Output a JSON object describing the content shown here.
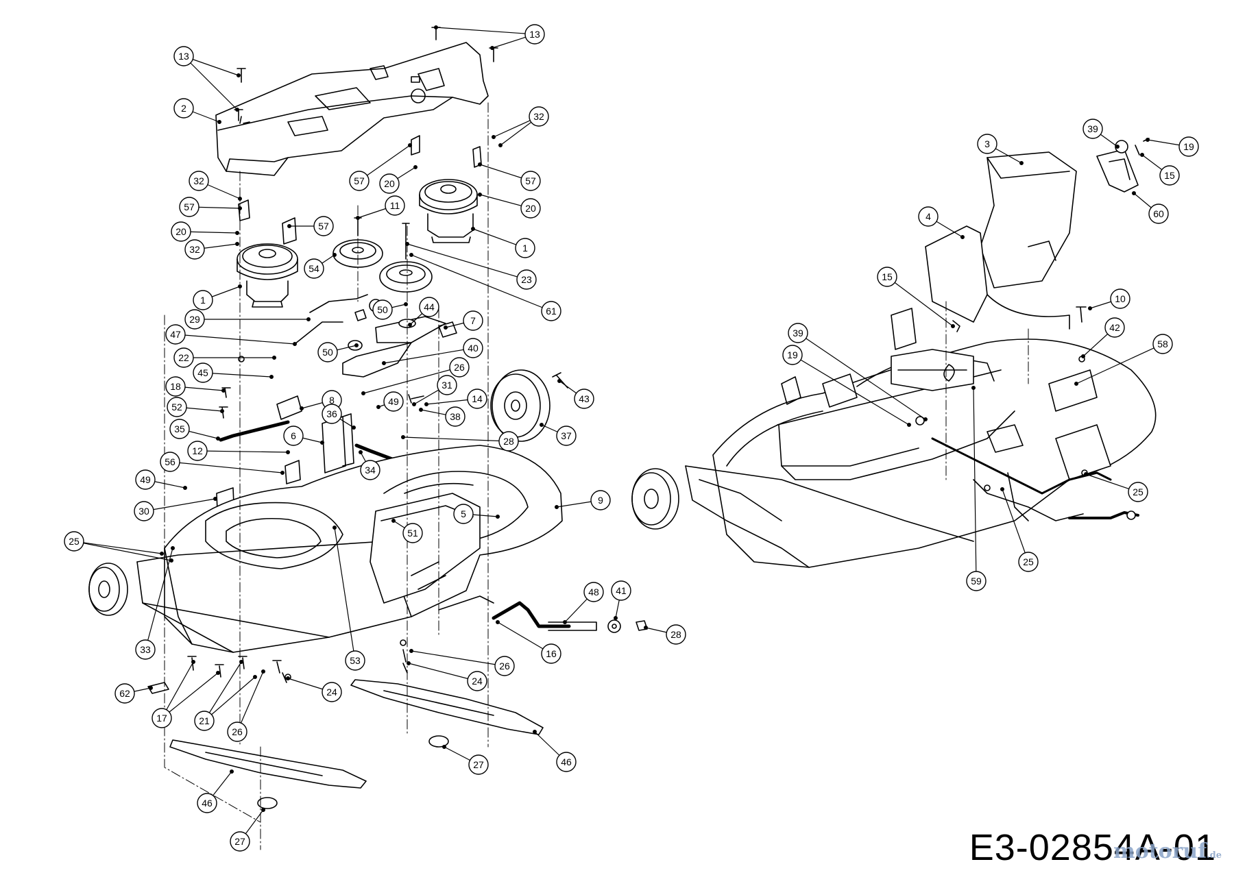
{
  "diagram": {
    "drawing_code": "E3-02854A-01",
    "watermark": {
      "brand": "motoruf",
      "suffix": ".de"
    },
    "colors": {
      "line": "#000000",
      "background": "#ffffff",
      "watermark": "#8aa4c8"
    },
    "callouts": [
      {
        "id": "c13a",
        "label": "13"
      },
      {
        "id": "c13b",
        "label": "13"
      },
      {
        "id": "c2",
        "label": "2"
      },
      {
        "id": "c32a",
        "label": "32"
      },
      {
        "id": "c57a",
        "label": "57"
      },
      {
        "id": "c20a",
        "label": "20"
      },
      {
        "id": "c57b",
        "label": "57"
      },
      {
        "id": "c20b",
        "label": "20"
      },
      {
        "id": "c57c",
        "label": "57"
      },
      {
        "id": "c32b",
        "label": "32"
      },
      {
        "id": "c57d",
        "label": "57"
      },
      {
        "id": "c20c",
        "label": "20"
      },
      {
        "id": "c32c",
        "label": "32"
      },
      {
        "id": "c11",
        "label": "11"
      },
      {
        "id": "c1a",
        "label": "1"
      },
      {
        "id": "c54",
        "label": "54"
      },
      {
        "id": "c23",
        "label": "23"
      },
      {
        "id": "c61",
        "label": "61"
      },
      {
        "id": "c1b",
        "label": "1"
      },
      {
        "id": "c29",
        "label": "29"
      },
      {
        "id": "c50a",
        "label": "50"
      },
      {
        "id": "c44",
        "label": "44"
      },
      {
        "id": "c7",
        "label": "7"
      },
      {
        "id": "c47",
        "label": "47"
      },
      {
        "id": "c50b",
        "label": "50"
      },
      {
        "id": "c40",
        "label": "40"
      },
      {
        "id": "c22",
        "label": "22"
      },
      {
        "id": "c45",
        "label": "45"
      },
      {
        "id": "c26a",
        "label": "26"
      },
      {
        "id": "c18",
        "label": "18"
      },
      {
        "id": "c31",
        "label": "31"
      },
      {
        "id": "c52",
        "label": "52"
      },
      {
        "id": "c8",
        "label": "8"
      },
      {
        "id": "c49a",
        "label": "49"
      },
      {
        "id": "c14",
        "label": "14"
      },
      {
        "id": "c36",
        "label": "36"
      },
      {
        "id": "c38",
        "label": "38"
      },
      {
        "id": "c35",
        "label": "35"
      },
      {
        "id": "c6",
        "label": "6"
      },
      {
        "id": "c28a",
        "label": "28"
      },
      {
        "id": "c12",
        "label": "12"
      },
      {
        "id": "c34",
        "label": "34"
      },
      {
        "id": "c56",
        "label": "56"
      },
      {
        "id": "c43",
        "label": "43"
      },
      {
        "id": "c37",
        "label": "37"
      },
      {
        "id": "c49b",
        "label": "49"
      },
      {
        "id": "c30",
        "label": "30"
      },
      {
        "id": "c5",
        "label": "5"
      },
      {
        "id": "c9",
        "label": "9"
      },
      {
        "id": "c25a",
        "label": "25"
      },
      {
        "id": "c51",
        "label": "51"
      },
      {
        "id": "c48",
        "label": "48"
      },
      {
        "id": "c41",
        "label": "41"
      },
      {
        "id": "c28b",
        "label": "28"
      },
      {
        "id": "c16",
        "label": "16"
      },
      {
        "id": "c33",
        "label": "33"
      },
      {
        "id": "c53",
        "label": "53"
      },
      {
        "id": "c26b",
        "label": "26"
      },
      {
        "id": "c24a",
        "label": "24"
      },
      {
        "id": "c24b",
        "label": "24"
      },
      {
        "id": "c62",
        "label": "62"
      },
      {
        "id": "c17",
        "label": "17"
      },
      {
        "id": "c21",
        "label": "21"
      },
      {
        "id": "c26c",
        "label": "26"
      },
      {
        "id": "c27a",
        "label": "27"
      },
      {
        "id": "c46a",
        "label": "46"
      },
      {
        "id": "c46b",
        "label": "46"
      },
      {
        "id": "c27b",
        "label": "27"
      },
      {
        "id": "c39a",
        "label": "39"
      },
      {
        "id": "c19a",
        "label": "19"
      },
      {
        "id": "c15a",
        "label": "15"
      },
      {
        "id": "c3",
        "label": "3"
      },
      {
        "id": "c60",
        "label": "60"
      },
      {
        "id": "c4",
        "label": "4"
      },
      {
        "id": "c15b",
        "label": "15"
      },
      {
        "id": "c10",
        "label": "10"
      },
      {
        "id": "c42",
        "label": "42"
      },
      {
        "id": "c39b",
        "label": "39"
      },
      {
        "id": "c58",
        "label": "58"
      },
      {
        "id": "c19b",
        "label": "19"
      },
      {
        "id": "c25b",
        "label": "25"
      },
      {
        "id": "c25c",
        "label": "25"
      },
      {
        "id": "c59",
        "label": "59"
      }
    ]
  }
}
